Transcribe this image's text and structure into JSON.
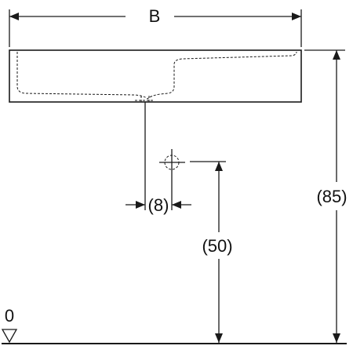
{
  "drawing": {
    "width_label": "B",
    "height_label": "(85)",
    "drain_height_label": "(50)",
    "drain_offset_label": "(8)",
    "floor_label": "0"
  }
}
